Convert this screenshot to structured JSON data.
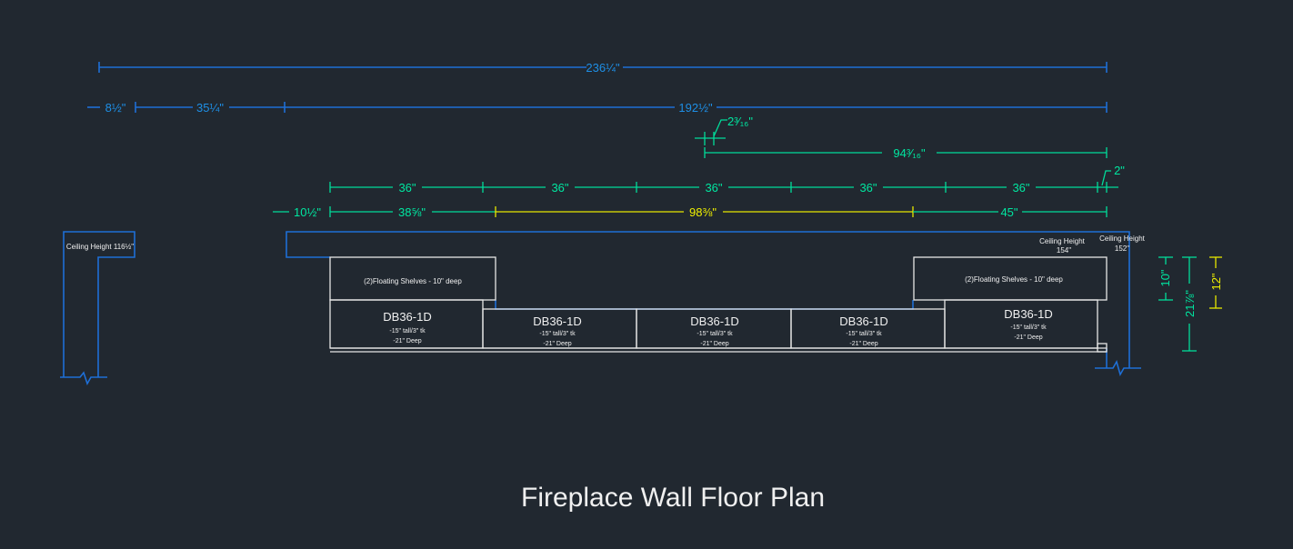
{
  "title": "Fireplace Wall Floor Plan",
  "colors": {
    "background": "#212830",
    "wall": "#1e6fd6",
    "dimension": "#00dc9a",
    "highlight": "#e6e600",
    "object": "#e6e6e6"
  },
  "dimensions": {
    "overall": "236¼\"",
    "left_return": "8½\"",
    "left_span": "35¼\"",
    "main_span": "192½\"",
    "small_offset": "2³⁄₁₆\"",
    "right_span": "94³⁄₁₆\"",
    "cabinet_widths": [
      "36\"",
      "36\"",
      "36\"",
      "36\"",
      "36\""
    ],
    "end_gap": "2\"",
    "left_offset": "10½\"",
    "left_shelf": "38⅝\"",
    "fireplace_opening": "98⅜\"",
    "right_shelf": "45\"",
    "shelf_depth": "10\"",
    "cabinet_depth": "21⅞\"",
    "shelf_offset": "12\""
  },
  "labels": {
    "ceiling_left": "Ceiling Height 116½\"",
    "ceiling_mid_1": "Ceiling Height",
    "ceiling_mid_2": "154\"",
    "ceiling_right_1": "Ceiling Height",
    "ceiling_right_2": "152\"",
    "shelves": "(2)Floating Shelves - 10\" deep"
  },
  "cabinets": [
    {
      "model": "DB36-1D",
      "line1": "-15\" tall/3\" tk",
      "line2": "-21\" Deep"
    },
    {
      "model": "DB36-1D",
      "line1": "-15\" tall/3\" tk",
      "line2": "-21\" Deep"
    },
    {
      "model": "DB36-1D",
      "line1": "-15\" tall/3\" tk",
      "line2": "-21\" Deep"
    },
    {
      "model": "DB36-1D",
      "line1": "-15\" tall/3\" tk",
      "line2": "-21\" Deep"
    },
    {
      "model": "DB36-1D",
      "line1": "-15\" tall/3\" tk",
      "line2": "-21\" Deep"
    }
  ]
}
